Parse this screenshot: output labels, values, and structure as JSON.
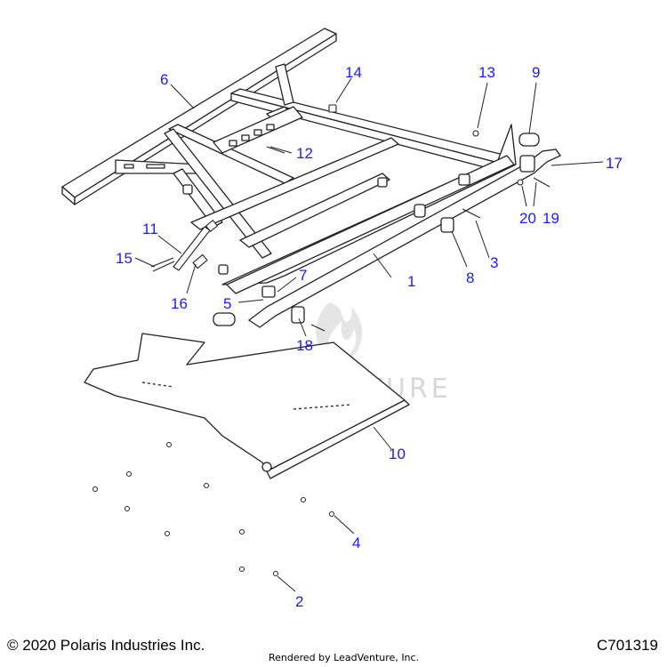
{
  "callouts": [
    {
      "label": "1"
    },
    {
      "label": "2"
    },
    {
      "label": "3"
    },
    {
      "label": "4"
    },
    {
      "label": "5"
    },
    {
      "label": "6"
    },
    {
      "label": "7"
    },
    {
      "label": "8"
    },
    {
      "label": "9"
    },
    {
      "label": "10"
    },
    {
      "label": "11"
    },
    {
      "label": "12"
    },
    {
      "label": "13"
    },
    {
      "label": "14"
    },
    {
      "label": "15"
    },
    {
      "label": "16"
    },
    {
      "label": "17"
    },
    {
      "label": "18"
    },
    {
      "label": "19"
    },
    {
      "label": "20"
    }
  ],
  "watermark": "LEADVENTURE",
  "footer": {
    "copyright": "© 2020 Polaris Industries Inc.",
    "rendered_by": "Rendered by LeadVenture, Inc.",
    "part_code": "C701319"
  },
  "colors": {
    "callout": "#1a1aff",
    "line": "#222222"
  }
}
